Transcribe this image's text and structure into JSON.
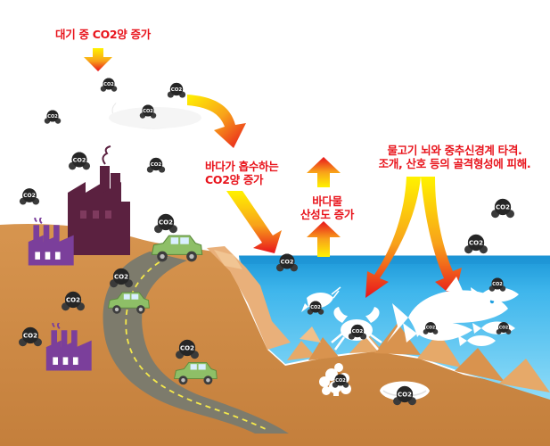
{
  "labels": {
    "atmosphere": "대기 중 CO2양 증가",
    "absorb_line1": "바다가 흡수하는",
    "absorb_line2": "CO2양 증가",
    "acid_line1": "바다물",
    "acid_line2": "산성도 증가",
    "impact_line1": "물고기 뇌와 중추신경계 타격.",
    "impact_line2": "조개, 산호 등의 골격형성에 피해."
  },
  "molecule": {
    "text": "CO2"
  },
  "colors": {
    "label": "#e8141c",
    "sea": "#1e9fe0",
    "sea_deep": "#4cc3f1",
    "ground": "#cf8c4a",
    "factory_dark": "#5b2140",
    "factory_purple": "#7b3f9b",
    "road": "#7d7b6c",
    "car": "#8ebf67"
  },
  "icons": [
    "co2-molecule-icon",
    "factory-icon",
    "car-icon",
    "fish-icon",
    "crab-icon",
    "shrimp-icon",
    "clam-icon",
    "coral-icon",
    "cloud-icon",
    "arrow-icon"
  ]
}
